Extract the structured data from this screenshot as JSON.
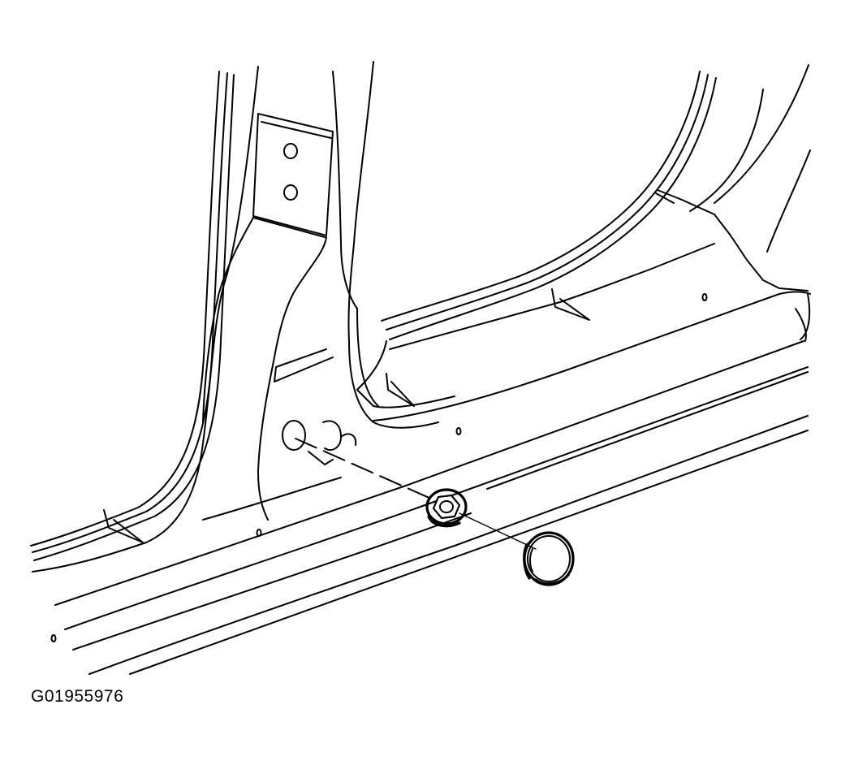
{
  "figure": {
    "id_label": "G01955976"
  },
  "palette": {
    "line": "#000000",
    "background": "#ffffff"
  },
  "parts": [
    {
      "name": "rocker-panel",
      "icon": "rocker-panel-drawing"
    },
    {
      "name": "b-pillar",
      "icon": "pillar-drawing"
    },
    {
      "name": "nut",
      "icon": "hex-nut-icon"
    },
    {
      "name": "plug",
      "icon": "plug-icon"
    }
  ]
}
